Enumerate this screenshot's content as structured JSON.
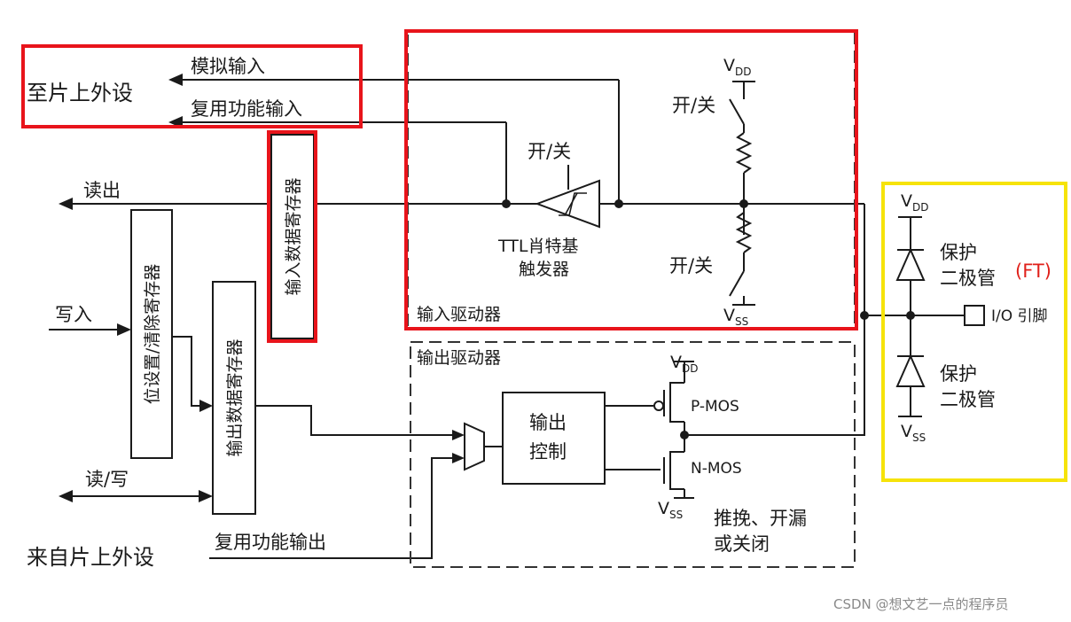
{
  "colors": {
    "onchip_highlight": "#e8141b",
    "input_driver_highlight": "#e8141b",
    "input_reg_highlight": "#e8141b",
    "protection_highlight": "#f6e30a",
    "ft_text": "#e0201a",
    "wire": "#1a1a1a",
    "watermark": "#8a8a8a"
  },
  "left": {
    "to_onchip": "至片上外设",
    "analog_input": "模拟输入",
    "alt_func_input": "复用功能输入",
    "read_out": "读出",
    "write_in": "写入",
    "read_write": "读/写",
    "from_onchip": "来自片上外设",
    "alt_func_output": "复用功能输出"
  },
  "registers": {
    "bit_set_reset": "位设置/清除寄存器",
    "input_data": "输入数据寄存器",
    "output_data": "输出数据寄存器"
  },
  "input_driver": {
    "title": "输入驱动器",
    "onoff_schmitt": "开/关",
    "schmitt_line1": "TTL肖特基",
    "schmitt_line2": "触发器",
    "onoff_pullup": "开/关",
    "onoff_pulldown": "开/关",
    "vdd_main": "V",
    "vdd_sub": "DD",
    "vss_main": "V",
    "vss_sub": "SS"
  },
  "output_driver": {
    "title": "输出驱动器",
    "control_line1": "输出",
    "control_line2": "控制",
    "pmos": "P-MOS",
    "nmos": "N-MOS",
    "vdd_main": "V",
    "vdd_sub": "DD",
    "vss_main": "V",
    "vss_sub": "SS",
    "mode_line1": "推挽、开漏",
    "mode_line2": "或关闭"
  },
  "protection": {
    "upper_line1": "保护",
    "upper_line2": "二极管",
    "lower_line1": "保护",
    "lower_line2": "二极管",
    "ft": "(FT)",
    "vdd_main": "V",
    "vdd_sub": "DD",
    "vss_main": "V",
    "vss_sub": "SS",
    "io_pin": "I/O 引脚"
  },
  "watermark": "CSDN @想文艺一点的程序员"
}
